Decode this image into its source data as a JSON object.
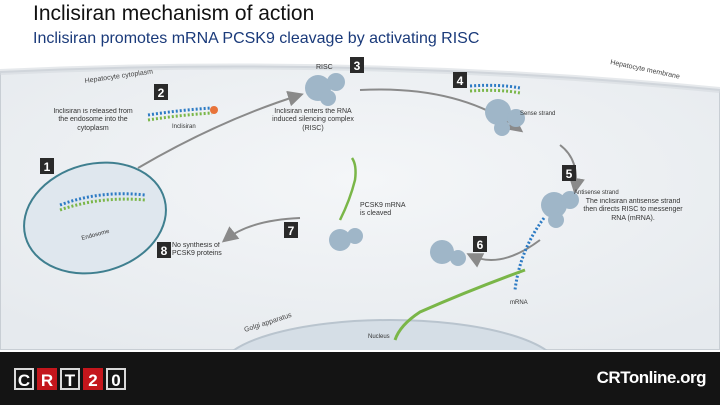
{
  "title": "Inclisiran mechanism of action",
  "subtitle": "Inclisiran promotes mRNA PCSK9 cleavage by activating RISC",
  "labels": {
    "hepatocyte_cytoplasm": "Hepatocyte cytoplasm",
    "hepatocyte_membrane": "Hepatocyte membrane",
    "risc": "RISC",
    "inclisiran": "Inclisiran",
    "sense_strand": "Sense strand",
    "antisense_strand": "Antisense strand",
    "endosome": "Endosome",
    "mrna": "mRNA",
    "golgi": "Golgi apparatus",
    "nucleus": "Nucleus"
  },
  "steps": {
    "s1": {
      "num": "1",
      "text": ""
    },
    "s2": {
      "num": "2",
      "text": "Inclisiran is released from the endosome into the cytoplasm"
    },
    "s3": {
      "num": "3",
      "text": ""
    },
    "s4": {
      "num": "4",
      "text": "Inclisiran enters the RNA induced silencing complex (RISC)"
    },
    "s5": {
      "num": "5",
      "text": "The inclisiran antisense strand then directs RISC to messenger RNA (mRNA)."
    },
    "s6": {
      "num": "6",
      "text": ""
    },
    "s7": {
      "num": "7",
      "text": "PCSK9 mRNA is cleaved"
    },
    "s8": {
      "num": "8",
      "text": "No synthesis of PCSK9 proteins"
    }
  },
  "footer": {
    "crt_letters": [
      "C",
      "R",
      "T",
      "2",
      "0"
    ],
    "crt_online": "CRTonline.org"
  }
}
